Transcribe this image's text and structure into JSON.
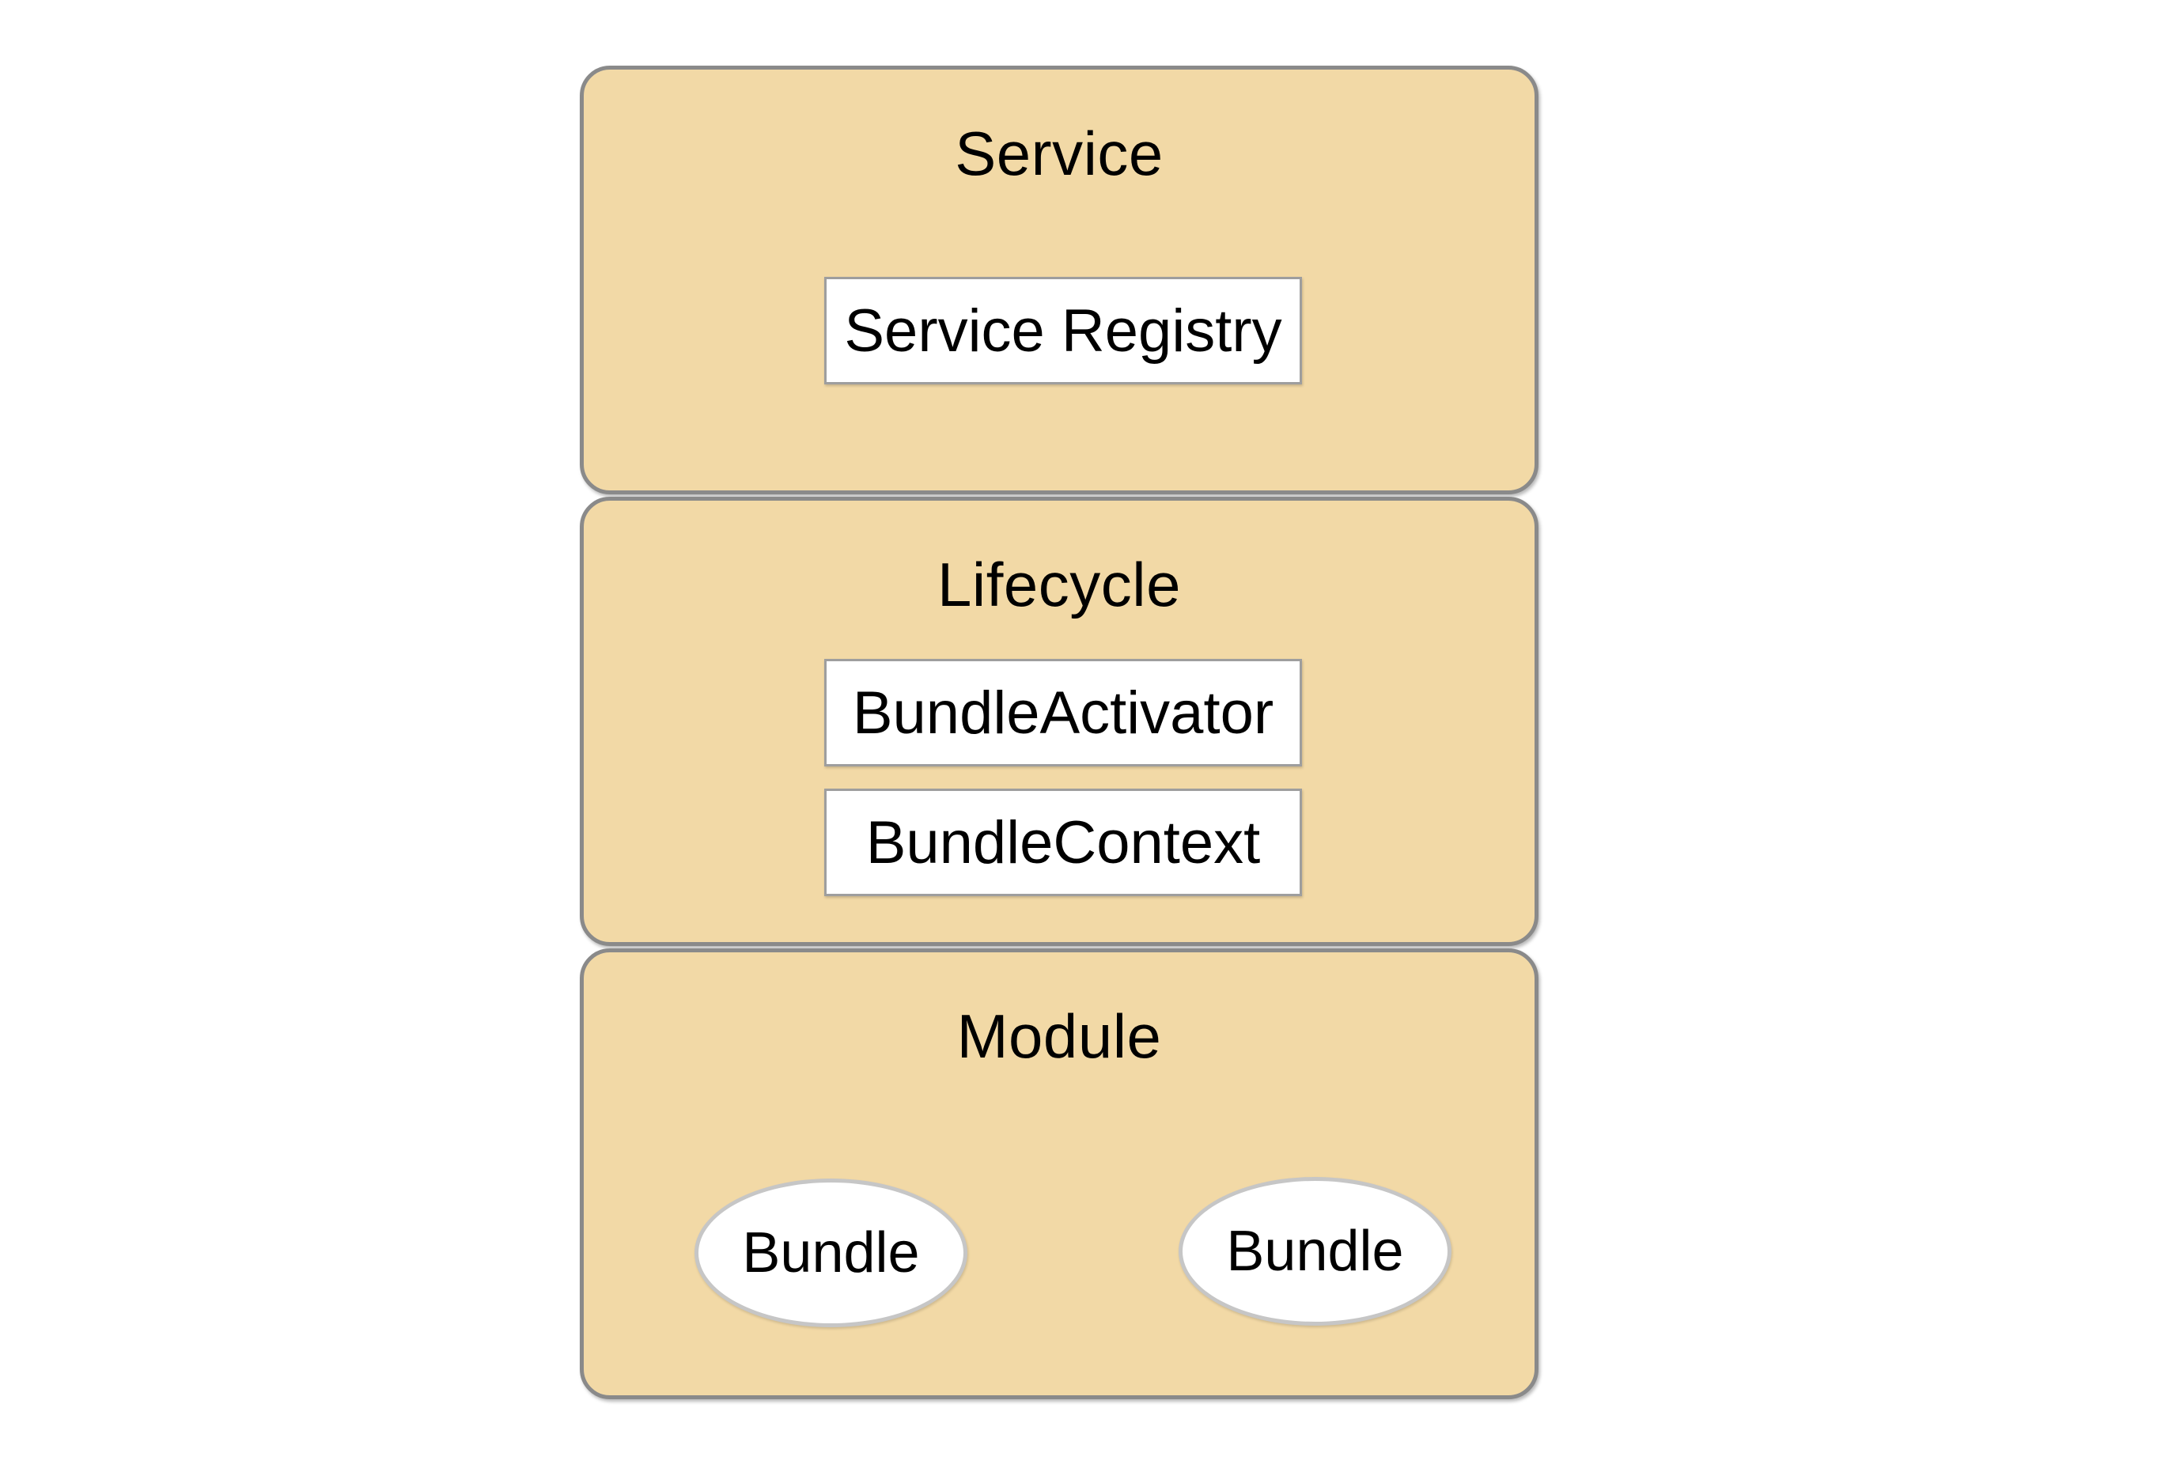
{
  "diagram": {
    "layers": [
      {
        "title": "Service",
        "items": [
          {
            "label": "Service Registry",
            "shape": "rectangle"
          }
        ]
      },
      {
        "title": "Lifecycle",
        "items": [
          {
            "label": "BundleActivator",
            "shape": "rectangle"
          },
          {
            "label": "BundleContext",
            "shape": "rectangle"
          }
        ]
      },
      {
        "title": "Module",
        "items": [
          {
            "label": "Bundle",
            "shape": "ellipse"
          },
          {
            "label": "Bundle",
            "shape": "ellipse"
          }
        ]
      }
    ],
    "colors": {
      "layer_fill": "#f2d9a6",
      "layer_border": "#8a8a8a",
      "node_fill": "#ffffff",
      "rect_border": "#9e9e9e",
      "ellipse_border": "#c6c6c6",
      "text": "#000000",
      "background": "#ffffff"
    }
  }
}
